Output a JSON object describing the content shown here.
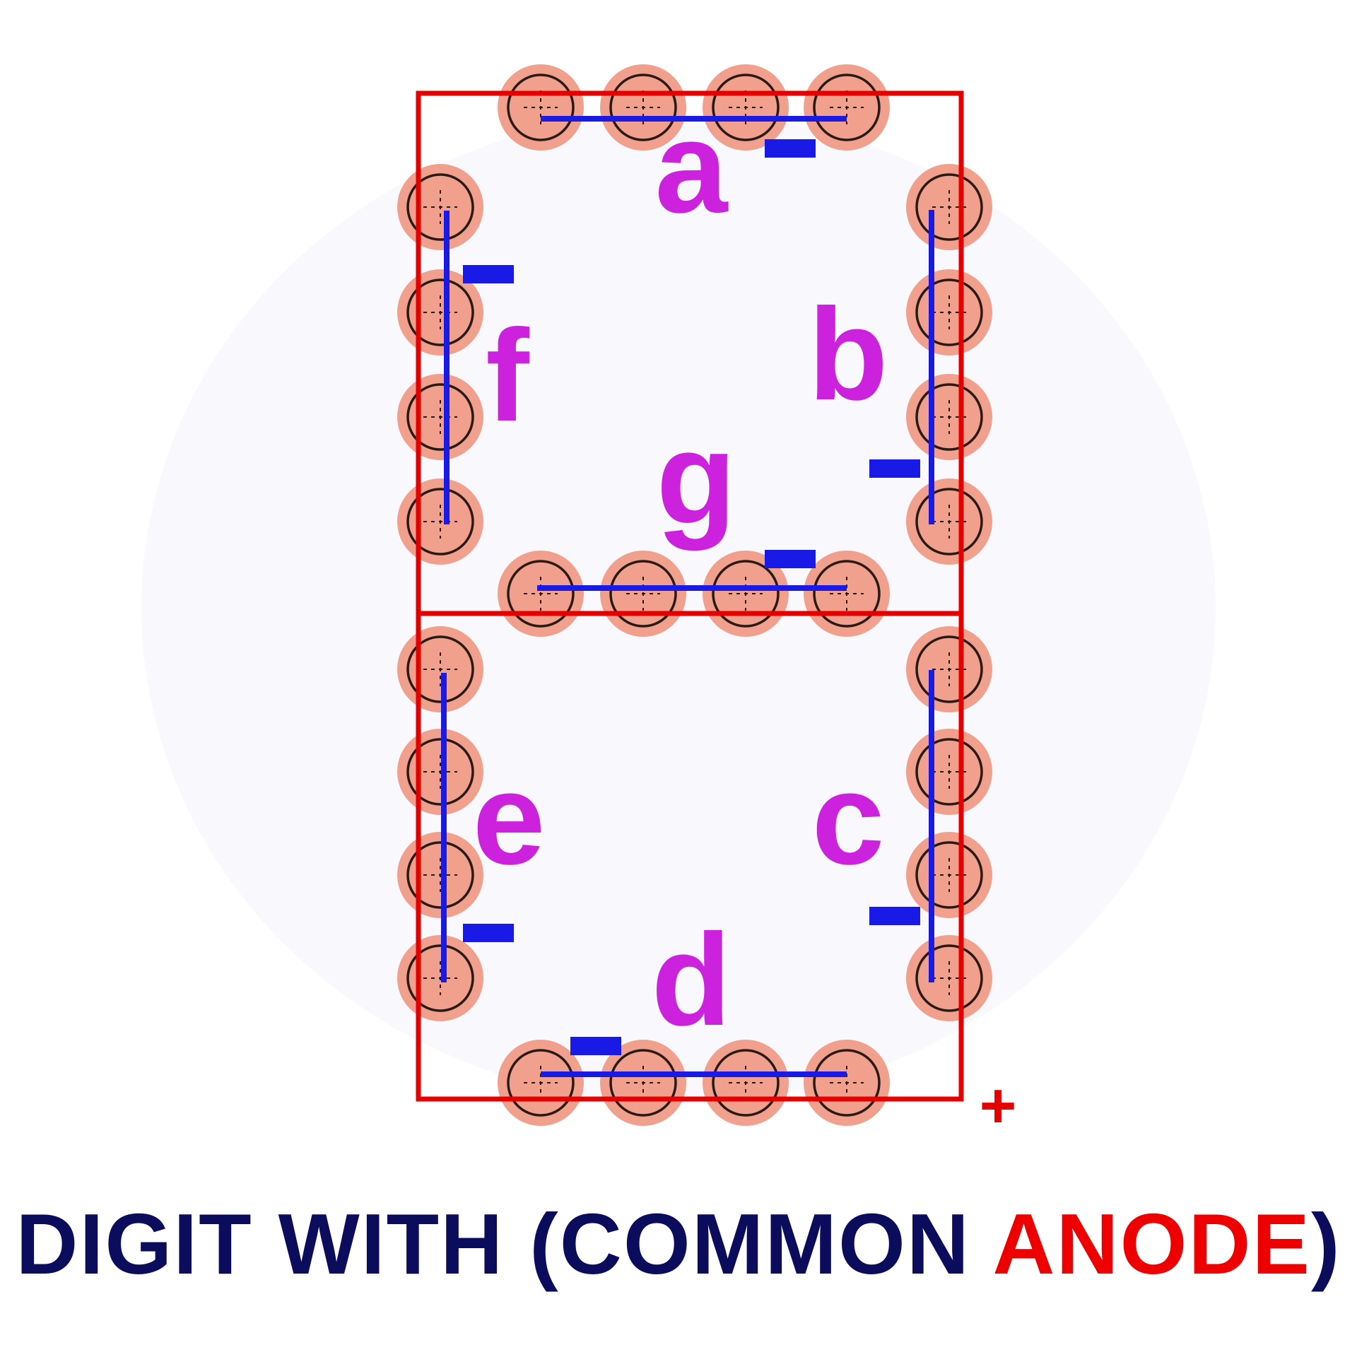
{
  "colors": {
    "frame": "#e50000",
    "conductor": "#1a1ae6",
    "pad_fill": "#f0a08c",
    "pad_ring": "#2a1a14",
    "label": "#cc22dd",
    "caption_main": "#0c0c5c",
    "caption_accent": "#ee0000",
    "watermark": "#f4f4fb"
  },
  "segments": [
    {
      "id": "a",
      "label": "a",
      "orientation": "horizontal"
    },
    {
      "id": "b",
      "label": "b",
      "orientation": "vertical"
    },
    {
      "id": "c",
      "label": "c",
      "orientation": "vertical"
    },
    {
      "id": "d",
      "label": "d",
      "orientation": "horizontal"
    },
    {
      "id": "e",
      "label": "e",
      "orientation": "vertical"
    },
    {
      "id": "f",
      "label": "f",
      "orientation": "vertical"
    },
    {
      "id": "g",
      "label": "g",
      "orientation": "horizontal"
    }
  ],
  "leds_per_segment": 4,
  "common_terminal": {
    "symbol": "+"
  },
  "caption": {
    "part1": "DIGIT WITH (COMMON ",
    "part2": "ANODE",
    "part3": ")"
  }
}
